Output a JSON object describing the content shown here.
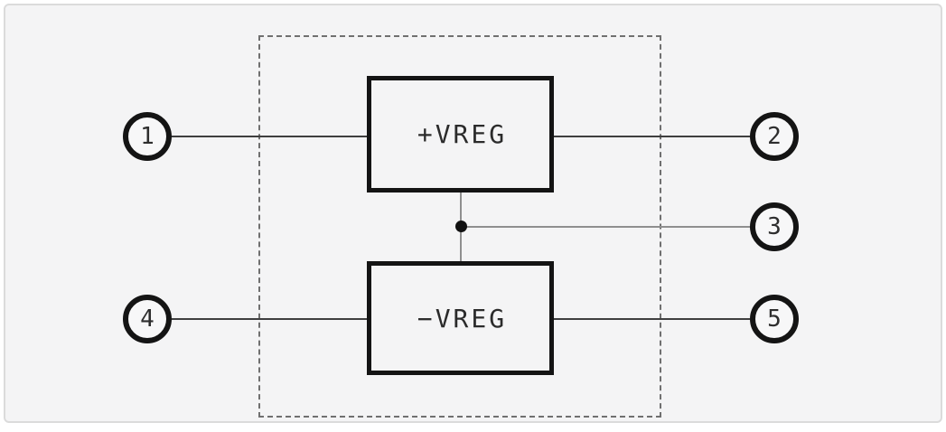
{
  "diagram": {
    "type": "block-schematic",
    "description": "Dual voltage regulator functional block diagram: two regulator blocks inside a dashed package boundary with five numbered terminals",
    "blocks": [
      {
        "id": "positive-regulator",
        "label": "+VREG"
      },
      {
        "id": "negative-regulator",
        "label": "−VREG"
      }
    ],
    "terminals": [
      {
        "number": "1",
        "side": "left"
      },
      {
        "number": "2",
        "side": "right"
      },
      {
        "number": "3",
        "side": "right"
      },
      {
        "number": "4",
        "side": "left"
      },
      {
        "number": "5",
        "side": "right"
      }
    ],
    "connections": [
      {
        "from": "terminal-1",
        "to": "+VREG left"
      },
      {
        "from": "+VREG right",
        "to": "terminal-2"
      },
      {
        "from": "junction between +VREG and −VREG",
        "to": "terminal-3"
      },
      {
        "from": "terminal-4",
        "to": "−VREG left"
      },
      {
        "from": "−VREG right",
        "to": "terminal-5"
      }
    ],
    "colors": {
      "frame_background": "#f4f4f5",
      "frame_border": "#dbdbdb",
      "block_border": "#141414",
      "terminal_ring": "#141414",
      "wire_dark": "#3f3f3f",
      "wire_gray": "#8f8f8f",
      "dashed_boundary": "#707070",
      "text": "#2b2b2b"
    }
  }
}
